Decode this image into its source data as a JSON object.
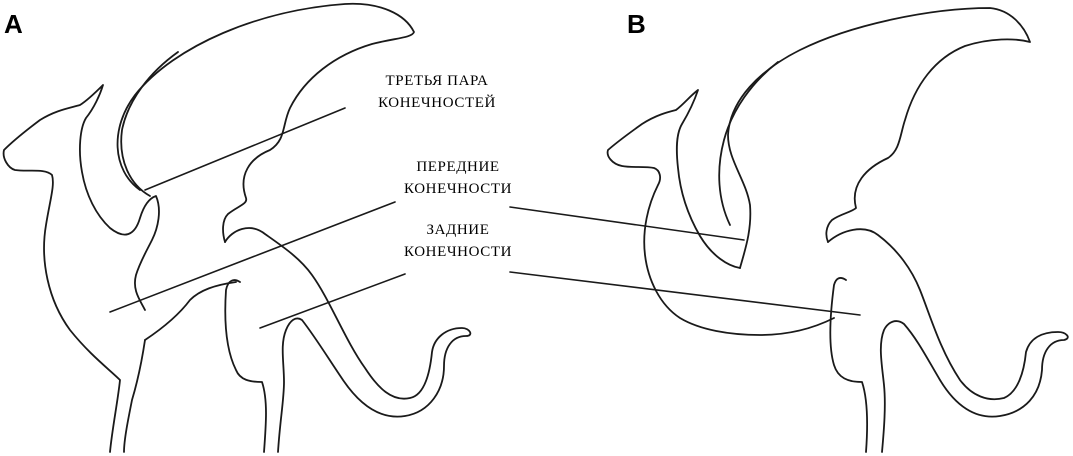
{
  "panels": [
    {
      "id": "A",
      "letter": "A"
    },
    {
      "id": "B",
      "letter": "B"
    }
  ],
  "labels": {
    "third_pair": {
      "line1": "ТРЕТЬЯ ПАРА",
      "line2": "КОНЕЧНОСТЕЙ"
    },
    "front": {
      "line1": "ПЕРЕДНИЕ",
      "line2": "КОНЕЧНОСТИ"
    },
    "hind": {
      "line1": "ЗАДНИЕ",
      "line2": "КОНЕЧНОСТИ"
    }
  },
  "colors": {
    "ink": "#1a1a1a",
    "background": "#ffffff"
  }
}
